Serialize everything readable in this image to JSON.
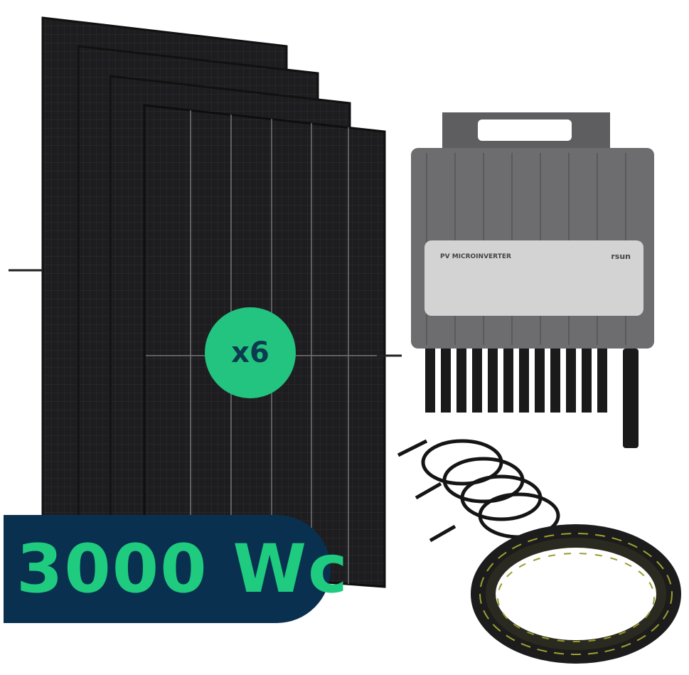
{
  "product": {
    "power_badge": "3000 Wc",
    "quantity_badge": "x6",
    "inverter_label_title": "PV MICROINVERTER",
    "inverter_brand": "rsun"
  },
  "colors": {
    "badge_background": "#0a3050",
    "accent_green": "#1ecb7f",
    "panel": "#1c1c1e",
    "inverter": "#6d6d70"
  }
}
